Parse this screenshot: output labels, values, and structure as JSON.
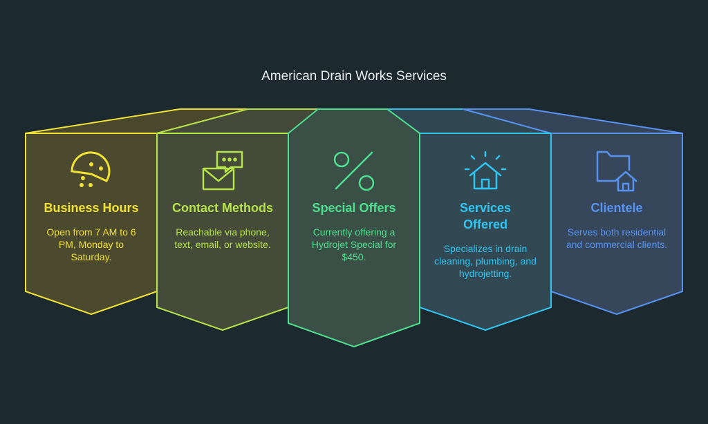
{
  "diagram": {
    "title": "American Drain Works Services",
    "cards": [
      {
        "heading": "Business Hours",
        "description": "Open from 7 AM to 6 PM, Monday to Saturday.",
        "icon": "clock-icon",
        "color": "#f2e234",
        "fill": "#4c4a2e"
      },
      {
        "heading": "Contact Methods",
        "description": "Reachable via phone, text, email, or website.",
        "icon": "envelope-chat-icon",
        "color": "#b6e34a",
        "fill": "#444b38"
      },
      {
        "heading": "Special Offers",
        "description": "Currently offering a Hydrojet Special for $450.",
        "icon": "percent-icon",
        "color": "#4ce08f",
        "fill": "#3a4f46"
      },
      {
        "heading": "Services Offered",
        "description": "Specializes in drain cleaning, plumbing, and hydrojetting.",
        "icon": "house-rays-icon",
        "color": "#2fc6f2",
        "fill": "#324852"
      },
      {
        "heading": "Clientele",
        "description": "Serves both residential and commercial clients.",
        "icon": "folder-house-icon",
        "color": "#5893f2",
        "fill": "#36475c"
      }
    ]
  }
}
